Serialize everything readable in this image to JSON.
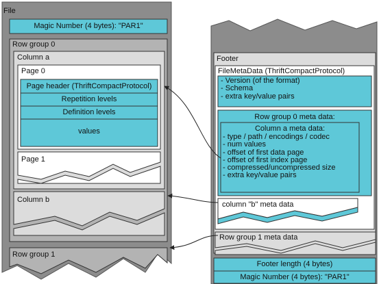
{
  "file": {
    "title": "File",
    "magic_top": "Magic Number (4 bytes): \"PAR1\"",
    "row_group_0": {
      "title": "Row group 0",
      "column_a": {
        "title": "Column a",
        "page_0": {
          "title": "Page 0",
          "header": "Page header (ThriftCompactProtocol)",
          "repetition": "Repetition levels",
          "definition": "Definition levels",
          "values": "values"
        },
        "page_1": "Page 1"
      },
      "column_b": "Column b"
    },
    "row_group_1": "Row group 1"
  },
  "footer": {
    "title": "Footer",
    "file_meta": {
      "title": "FileMetaData (ThriftCompactProtocol)",
      "lines": [
        "- Version (of the format)",
        "- Schema",
        "- extra key/value pairs"
      ]
    },
    "row_group_0_meta": {
      "title": "Row group 0 meta data:",
      "column_a_meta": {
        "title": "Column a meta data:",
        "lines": [
          "- type / path / encodings / codec",
          "- num values",
          "- offset of first data page",
          "- offset of first index page",
          "- compressed/uncompressed size",
          "- extra key/value pairs"
        ]
      },
      "column_b_meta": "column \"b\" meta data"
    },
    "row_group_1_meta": "Row group 1 meta data",
    "footer_length": "Footer length (4 bytes)",
    "magic_bottom": "Magic Number (4 bytes): \"PAR1\""
  },
  "colors": {
    "cyan": "#5ec8d8",
    "light_gray": "#dcdcdc",
    "mid_gray": "#b3b3b3",
    "dark_gray": "#8c8c8c"
  }
}
